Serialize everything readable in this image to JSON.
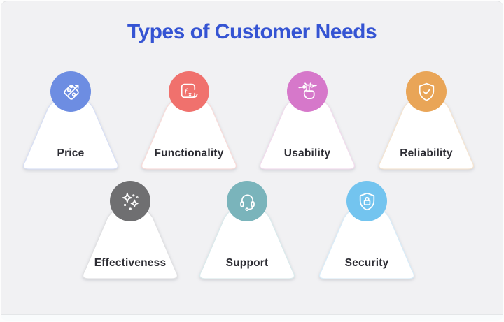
{
  "title": "Types of Customer Needs",
  "theme": {
    "title_color": "#3554d3",
    "background_color": "#f1f1f3",
    "card_fill": "#ffffff",
    "label_color": "#2d2d34"
  },
  "needs": {
    "items": [
      {
        "label": "Price",
        "icon": "price-tag-percent-icon",
        "circle_color": "#6d8de2",
        "border_color": "#d8dff4"
      },
      {
        "label": "Functionality",
        "icon": "function-fx-icon",
        "circle_color": "#f0716d",
        "border_color": "#f6dbd9"
      },
      {
        "label": "Usability",
        "icon": "tap-hand-icon",
        "circle_color": "#d678ca",
        "border_color": "#f0dbec"
      },
      {
        "label": "Reliability",
        "icon": "shield-check-icon",
        "circle_color": "#e9a557",
        "border_color": "#f4e4d1"
      },
      {
        "label": "Effectiveness",
        "icon": "sparkles-icon",
        "circle_color": "#6f6f71",
        "border_color": "#e1e1e3"
      },
      {
        "label": "Support",
        "icon": "headset-icon",
        "circle_color": "#7ab4bb",
        "border_color": "#dbeaec"
      },
      {
        "label": "Security",
        "icon": "shield-lock-icon",
        "circle_color": "#73c4ef",
        "border_color": "#d9ecf8"
      }
    ]
  }
}
